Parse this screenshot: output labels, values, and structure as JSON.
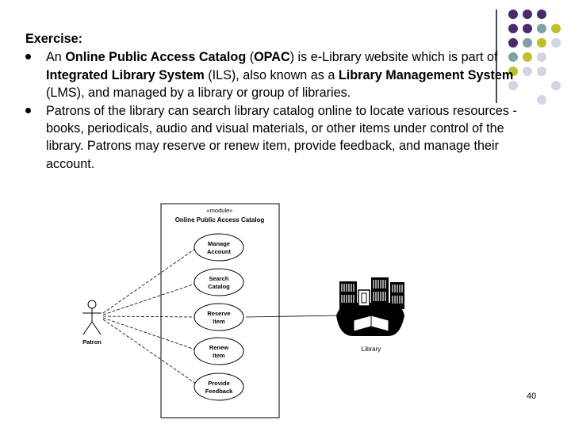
{
  "colors": {
    "purple": "#4b2a6b",
    "teal": "#7fa1a8",
    "olive": "#bfbf2e",
    "lavender": "#d4d4e3"
  },
  "slide": {
    "heading": "Exercise:",
    "bullets": [
      {
        "segments": [
          {
            "text": "An ",
            "bold": false
          },
          {
            "text": "Online Public Access Catalog",
            "bold": true
          },
          {
            "text": " (",
            "bold": false
          },
          {
            "text": "OPAC",
            "bold": true
          },
          {
            "text": ") is e-Library website which is part of ",
            "bold": false
          },
          {
            "text": "Integrated Library System",
            "bold": true
          },
          {
            "text": " (ILS), also known as a ",
            "bold": false
          },
          {
            "text": "Library Management System",
            "bold": true
          },
          {
            "text": " (LMS), and managed by a library or group of libraries.",
            "bold": false
          }
        ]
      },
      {
        "segments": [
          {
            "text": "Patrons of the library can search library catalog online to locate various resources - books, periodicals, audio and visual materials, or other items under control of the library. Patrons may reserve or renew item, provide feedback, and manage their account.",
            "bold": false
          }
        ]
      }
    ],
    "page_number": "40"
  },
  "diagram": {
    "stereotype": "«module»",
    "system_name": "Online Public Access Catalog",
    "use_cases": [
      {
        "line1": "Manage",
        "line2": "Account"
      },
      {
        "line1": "Search",
        "line2": "Catalog"
      },
      {
        "line1": "Reserve",
        "line2": "Item"
      },
      {
        "line1": "Renew",
        "line2": "Item"
      },
      {
        "line1": "Provide",
        "line2": "Feedback"
      }
    ],
    "actor": "Patron",
    "library_label": "Library",
    "library_icon": "library-building-icon"
  }
}
